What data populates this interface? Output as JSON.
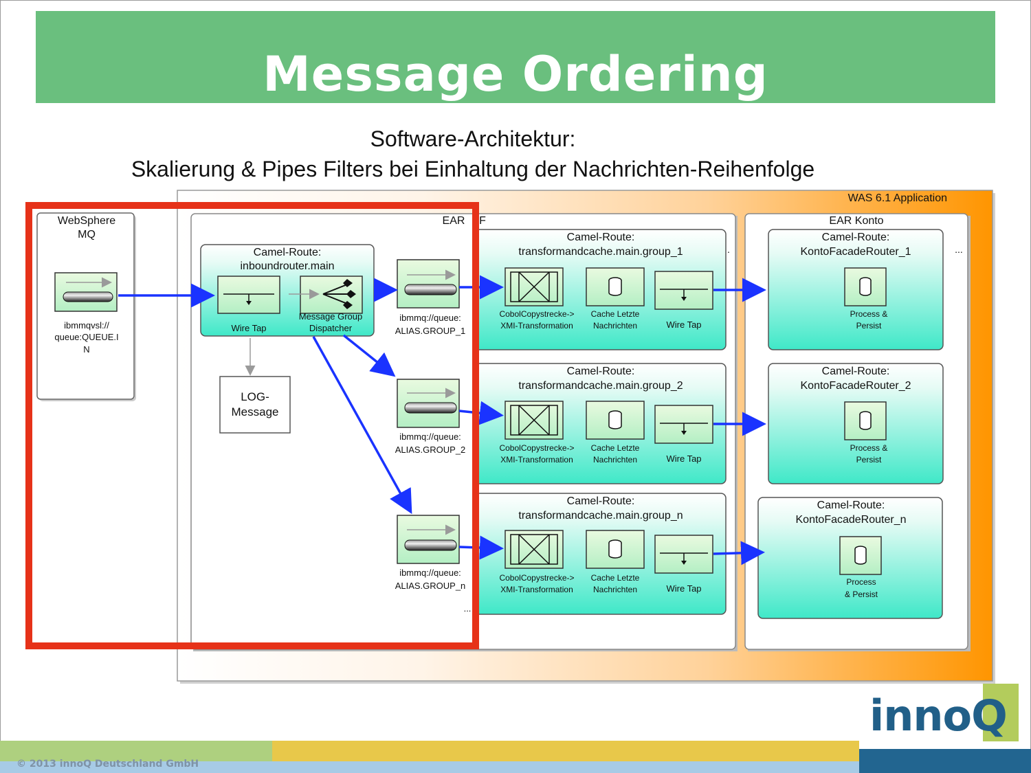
{
  "slide": {
    "title": "Message Ordering",
    "subtitle_line1": "Software-Architektur:",
    "subtitle_line2": "Skalierung & Pipes Filters bei Einhaltung der Nachrichten-Reihenfolge",
    "copyright": "© 2013 innoQ Deutschland GmbH",
    "logo": "innoQ",
    "colors": {
      "title_bar": "#6abf7e",
      "highlight": "#e63219",
      "arrow": "#1a33ff",
      "teal": "#3fe8c8",
      "orange": "#ff9900"
    }
  },
  "diagram": {
    "was_label": "WAS 6.1 Application",
    "websphere": {
      "line1": "WebSphere",
      "line2": "MQ",
      "queue_l1": "ibmmqvsl://",
      "queue_l2": "queue:QUEUE.I",
      "queue_l3": "N"
    },
    "ear_left_label": "EAR",
    "ear_left_suffix": "F",
    "ear_konto_label": "EAR Konto",
    "inbound": {
      "line1": "Camel-Route:",
      "line2": "inboundrouter.main",
      "wiretap": "Wire Tap",
      "dispatch_l1": "Message Group",
      "dispatch_l2": "Dispatcher"
    },
    "log": {
      "line1": "LOG-",
      "line2": "Message"
    },
    "queues": [
      {
        "l1": "ibmmq://queue:",
        "l2": "ALIAS.GROUP_1"
      },
      {
        "l1": "ibmmq://queue:",
        "l2": "ALIAS.GROUP_2"
      },
      {
        "l1": "ibmmq://queue:",
        "l2": "ALIAS.GROUP_n"
      }
    ],
    "transform_routes": [
      {
        "l1": "Camel-Route:",
        "l2": "transformandcache.main.group_1"
      },
      {
        "l1": "Camel-Route:",
        "l2": "transformandcache.main.group_2"
      },
      {
        "l1": "Camel-Route:",
        "l2": "transformandcache.main.group_n"
      }
    ],
    "transform_labels": {
      "cobol_l1": "CobolCopystrecke->",
      "cobol_l2": "XMI-Transformation",
      "cache_l1": "Cache Letzte",
      "cache_l2": "Nachrichten",
      "wiretap": "Wire Tap"
    },
    "konto_routes": [
      {
        "l1": "Camel-Route:",
        "l2": "KontoFacadeRouter_1",
        "p1": "Process &",
        "p2": "Persist"
      },
      {
        "l1": "Camel-Route:",
        "l2": "KontoFacadeRouter_2",
        "p1": "Process &",
        "p2": "Persist"
      },
      {
        "l1": "Camel-Route:",
        "l2": "KontoFacadeRouter_n",
        "p1": "Process",
        "p2": "& Persist"
      }
    ],
    "ellipsis": "...",
    "dot": "."
  }
}
